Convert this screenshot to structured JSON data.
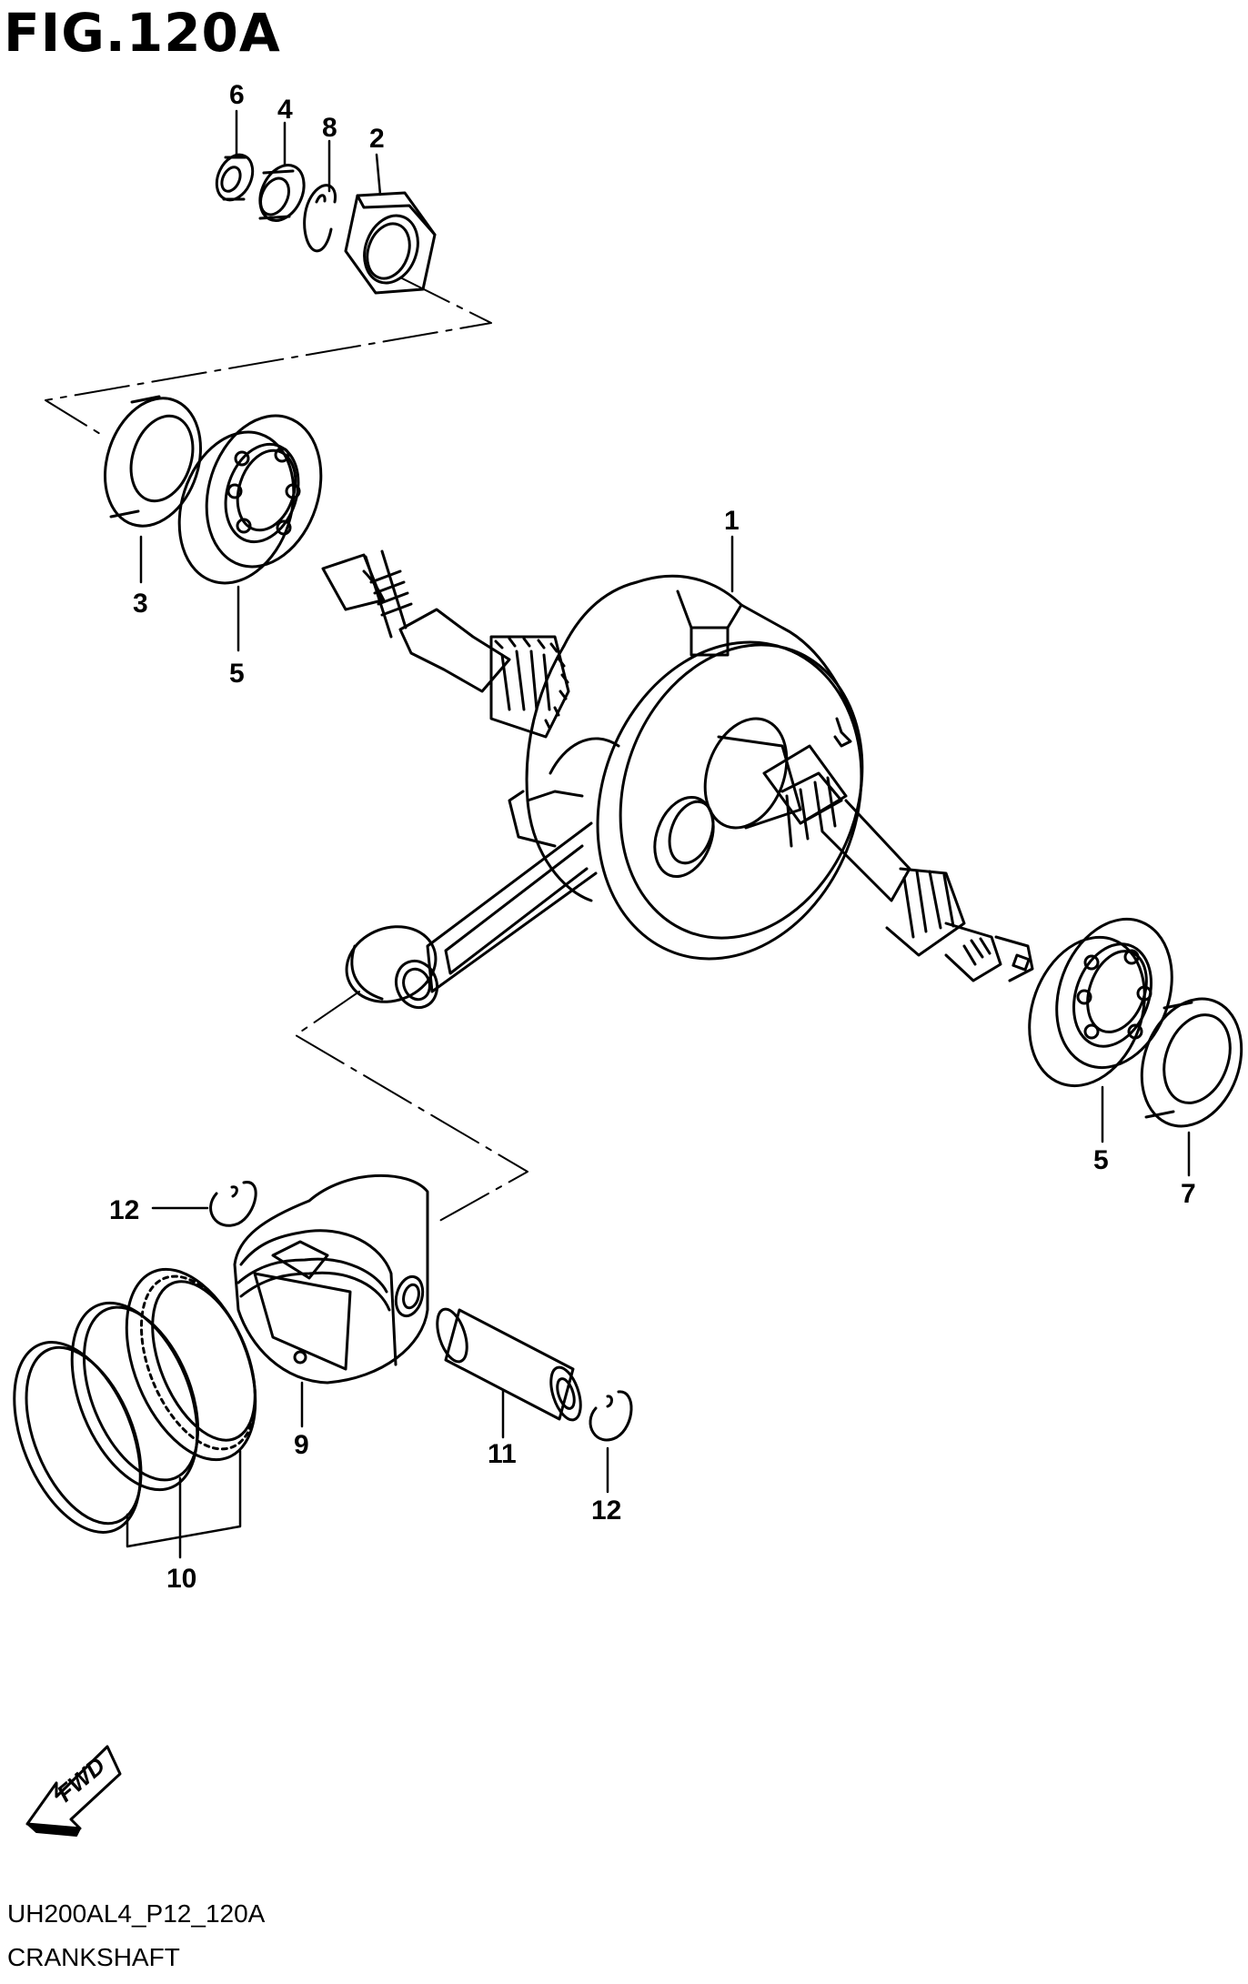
{
  "figure": {
    "title": "FIG.120A",
    "code": "UH200AL4_P12_120A",
    "caption": "CRANKSHAFT"
  },
  "direction_marker": {
    "label": "FWD",
    "icon": "fwd-arrow-icon"
  },
  "callouts": {
    "c1": "1",
    "c2": "2",
    "c3": "3",
    "c4": "4",
    "c5a": "5",
    "c5b": "5",
    "c6": "6",
    "c7": "7",
    "c8": "8",
    "c9": "9",
    "c10": "10",
    "c11": "11",
    "c12a": "12",
    "c12b": "12"
  },
  "colors": {
    "ink": "#000000",
    "paper": "#ffffff"
  }
}
